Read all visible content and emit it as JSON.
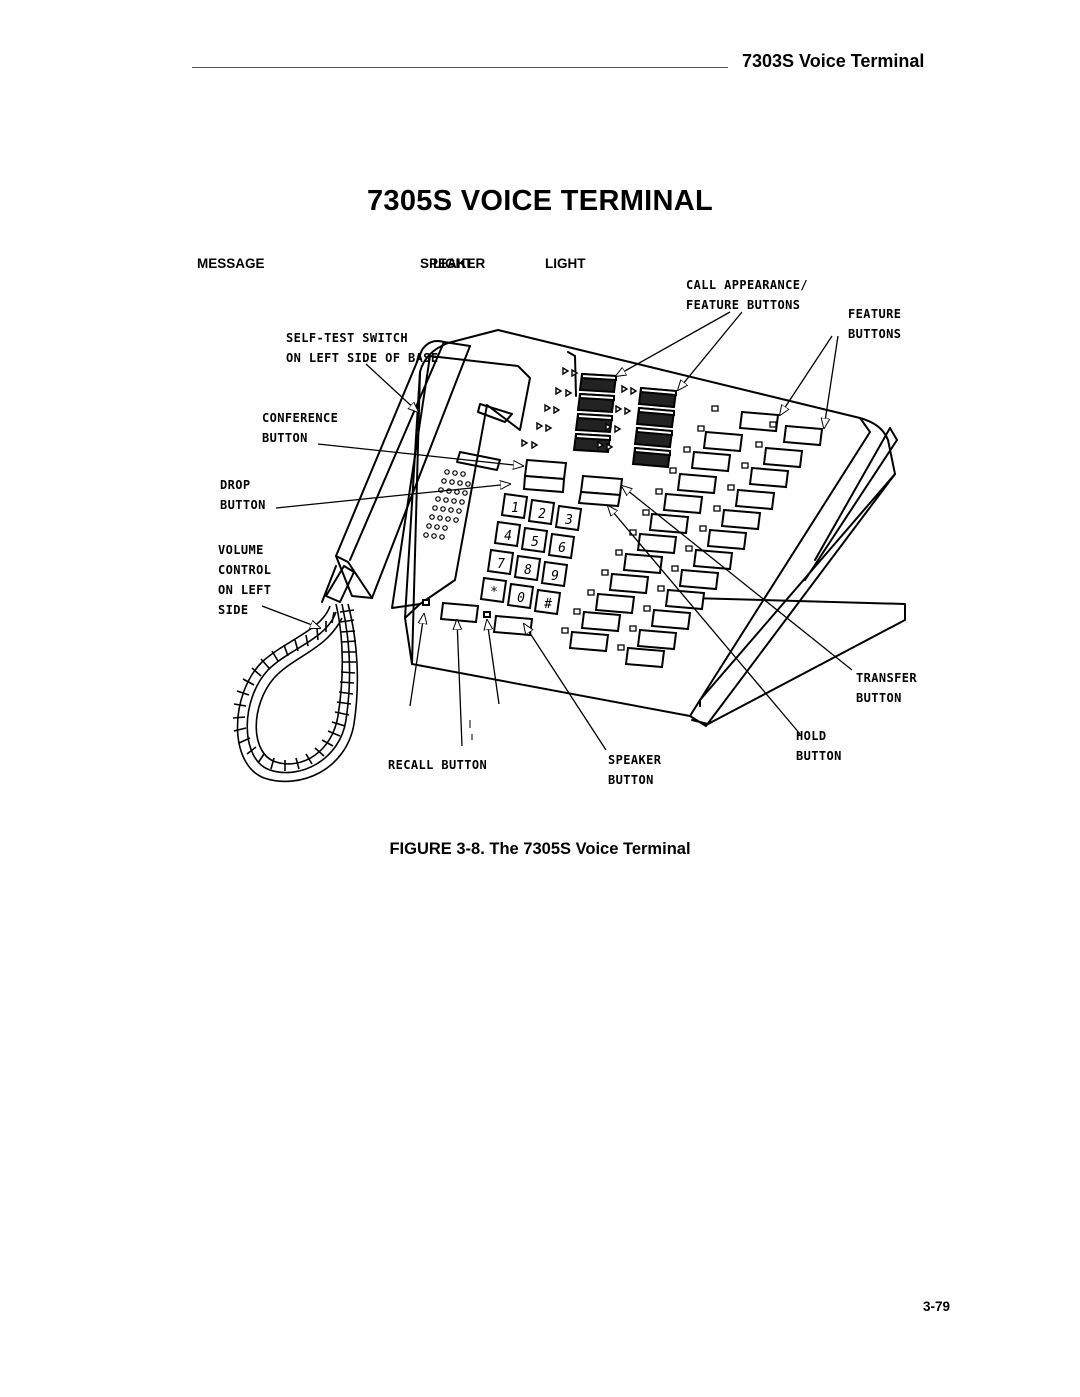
{
  "header": {
    "running_title": "7303S Voice Terminal"
  },
  "page_title": "7305S VOICE TERMINAL",
  "top_labels": {
    "message": "MESSAGE",
    "speaker": "SPEAKER",
    "light_overlap": "LIGHT",
    "light": "LIGHT"
  },
  "callouts": {
    "call_appearance": "CALL APPEARANCE/\nFEATURE BUTTONS",
    "feature_buttons": "FEATURE\nBUTTONS",
    "self_test": "SELF-TEST SWITCH\nON LEFT SIDE OF BASE",
    "conference": "CONFERENCE\nBUTTON",
    "drop": "DROP\nBUTTON",
    "volume": "VOLUME\nCONTROL\nON LEFT\nSIDE",
    "transfer": "TRANSFER\nBUTTON",
    "hold": "HOLD\nBUTTON",
    "recall": "RECALL BUTTON",
    "speaker_button": "SPEAKER\nBUTTON"
  },
  "keypad_keys": [
    "1",
    "2",
    "3",
    "4",
    "5",
    "6",
    "7",
    "8",
    "9",
    "*",
    "0",
    "#"
  ],
  "figure_caption": "FIGURE 3-8.  The 7305S Voice Terminal",
  "page_number": "3-79"
}
